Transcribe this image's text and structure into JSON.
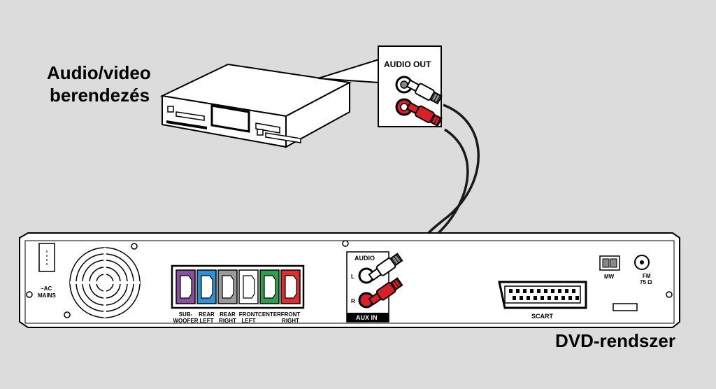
{
  "labels": {
    "source_device_line1": "Audio/video",
    "source_device_line2": "berendezés",
    "audio_out": "AUDIO OUT",
    "dvd_system": "DVD-rendszer",
    "ac_mains_1": "~AC",
    "ac_mains_2": "MAINS",
    "aux_audio": "AUDIO",
    "aux_l": "L",
    "aux_r": "R",
    "aux_in": "AUX IN",
    "scart": "SCART",
    "mw": "MW",
    "fm_1": "FM",
    "fm_2": "75 Ω"
  },
  "speakers": [
    {
      "line1": "SUB-",
      "line2": "WOOFER",
      "color": "#8a4f9e"
    },
    {
      "line1": "REAR",
      "line2": "LEFT",
      "color": "#2f8fd0"
    },
    {
      "line1": "REAR",
      "line2": "RIGHT",
      "color": "#9a9a9a"
    },
    {
      "line1": "FRONT",
      "line2": "LEFT",
      "color": "#ffffff"
    },
    {
      "line1": "CENTER",
      "line2": "",
      "color": "#2e9e4e"
    },
    {
      "line1": "FRONT",
      "line2": "RIGHT",
      "color": "#d93030"
    }
  ],
  "colors": {
    "background": "#dcdcdc",
    "plug_red": "#d8202a",
    "plug_white": "#ffffff",
    "cable": "#1a1a1a"
  }
}
